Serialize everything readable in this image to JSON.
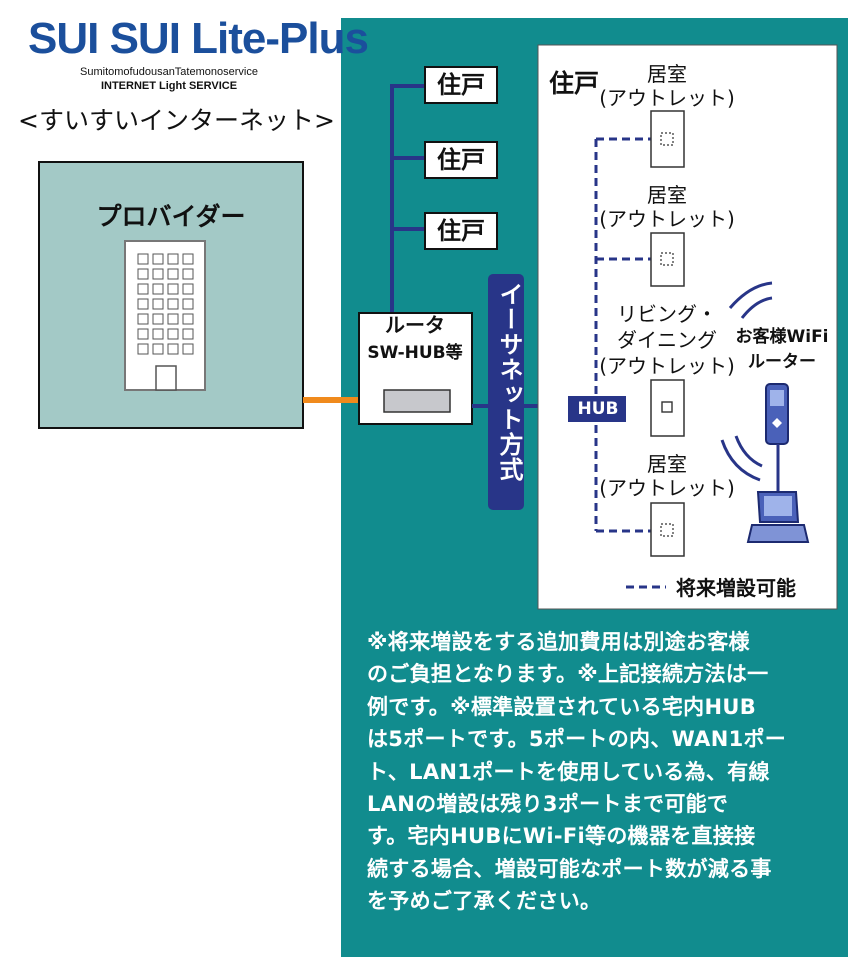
{
  "logo": {
    "brand": "SUI SUI Lite-Plus",
    "company": "SumitomofudousanTatemonoservice",
    "tagline": "INTERNET Light SERVICE"
  },
  "service_name": "<すいすいインターネット>",
  "provider": {
    "label": "プロバイダー"
  },
  "dwellings": [
    "住戸",
    "住戸",
    "住戸"
  ],
  "router": {
    "line1": "ルータ",
    "line2": "SW-HUB等"
  },
  "ethernet": {
    "label": "イーサネット方式"
  },
  "hub": {
    "label": "HUB"
  },
  "dwelling_detail": {
    "title": "住戸",
    "rooms": [
      {
        "name": "居室",
        "outlet": "(アウトレット)"
      },
      {
        "name": "居室",
        "outlet": "(アウトレット)"
      },
      {
        "name": "リビング・",
        "name2": "ダイニング",
        "outlet": "(アウトレット)"
      },
      {
        "name": "居室",
        "outlet": "(アウトレット)"
      }
    ],
    "wifi_router": {
      "line1": "お客様WiFi",
      "line2": "ルーター"
    },
    "legend": "将来増設可能"
  },
  "notes": [
    "※将来増設をする追加費用は別途お客様",
    "のご負担となります。※上記接続方法は一",
    "例です。※標準設置されている宅内HUB",
    "は5ポートです。5ポートの内、WAN1ポー",
    "ト、LAN1ポートを使用している為、有線",
    "LANの増設は残り3ポートまで可能で",
    "す。宅内HUBにWi-Fi等の機器を直接接",
    "続する場合、増設可能なポート数が減る事",
    "を予めご了承ください。"
  ],
  "colors": {
    "teal_panel": "#118c8e",
    "provider_box": "#a3c9c6",
    "navy_line": "#283588",
    "orange_line": "#f08a1c",
    "logo_blue": "#1b4f9c"
  }
}
